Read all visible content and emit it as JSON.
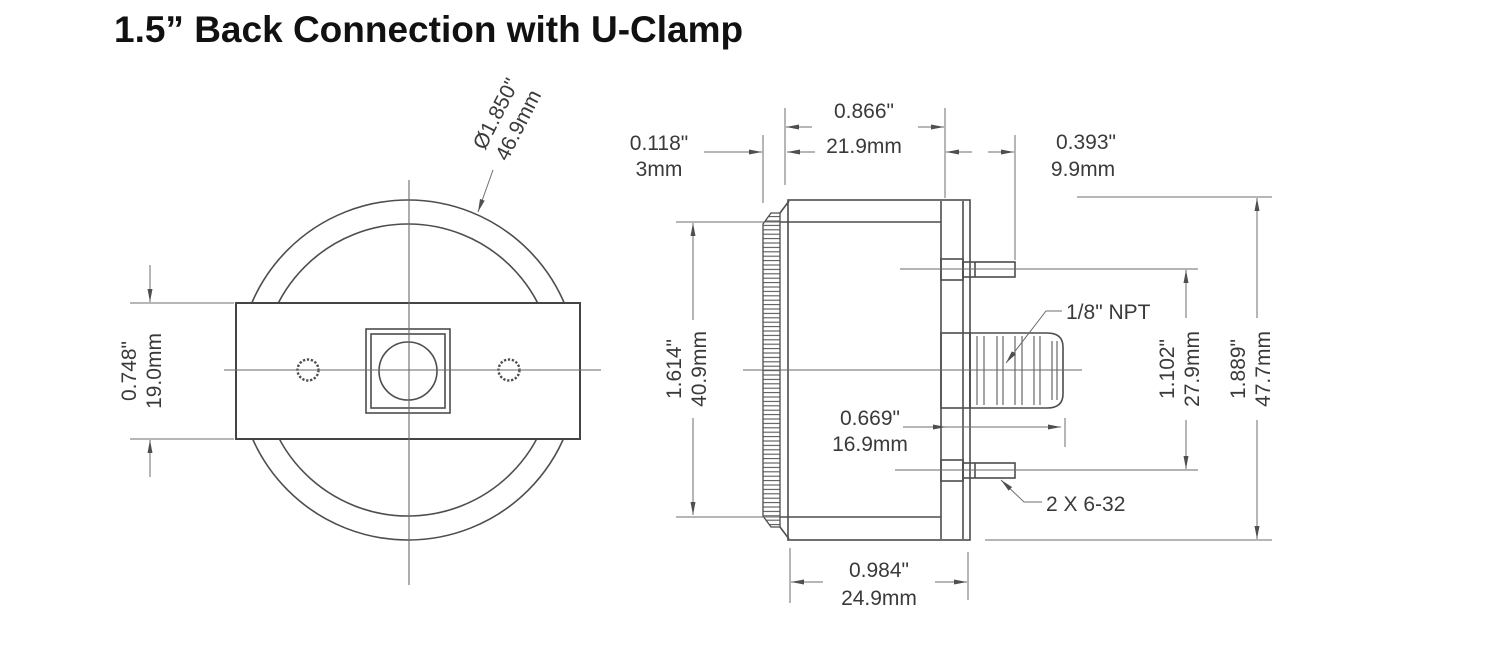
{
  "title": "1.5” Back Connection with U-Clamp",
  "front_view": {
    "outer_diameter": {
      "inch": "Ø1.850\"",
      "mm": "46.9mm"
    },
    "clamp_height": {
      "inch": "0.748\"",
      "mm": "19.0mm"
    }
  },
  "side_view": {
    "bezel_depth": {
      "inch": "0.118\"",
      "mm": "3mm"
    },
    "case_front_depth": {
      "inch": "0.866\"",
      "mm": "21.9mm"
    },
    "stud_length": {
      "inch": "0.393\"",
      "mm": "9.9mm"
    },
    "case_height": {
      "inch": "1.614\"",
      "mm": "40.9mm"
    },
    "connection_length": {
      "inch": "0.669\"",
      "mm": "16.9mm"
    },
    "stud_spacing": {
      "inch": "1.102\"",
      "mm": "27.9mm"
    },
    "overall_height": {
      "inch": "1.889\"",
      "mm": "47.7mm"
    },
    "case_depth": {
      "inch": "0.984\"",
      "mm": "24.9mm"
    },
    "connection_label": "1/8\" NPT",
    "stud_thread_label": "2 X 6-32"
  }
}
